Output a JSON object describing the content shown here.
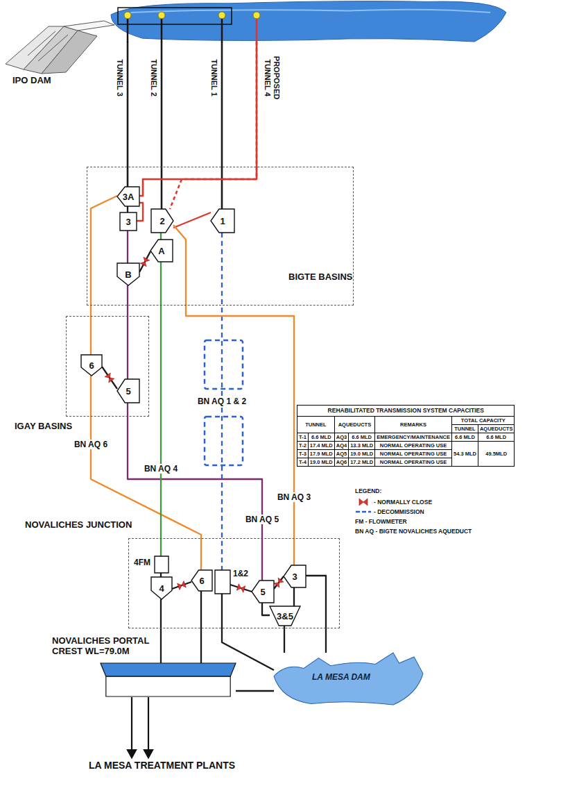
{
  "diagram": {
    "nodes": [
      {
        "text": [
          "IPO DAM"
        ]
      },
      {
        "text": [
          "BIGTE BASINS"
        ]
      },
      {
        "text": [
          "3A"
        ],
        "in": 1
      },
      {
        "text": [
          "3"
        ],
        "in": 1
      },
      {
        "text": [
          "2"
        ],
        "in": 1
      },
      {
        "text": [
          "1"
        ],
        "in": 1
      },
      {
        "text": [
          "A"
        ],
        "in": 1
      },
      {
        "text": [
          "B"
        ],
        "in": 1
      },
      {
        "text": [
          "IGAY BASINS"
        ]
      },
      {
        "text": [
          "6"
        ],
        "in": 8
      },
      {
        "text": [
          "5"
        ],
        "in": 8
      },
      {
        "text": [
          "NOVALICHES JUNCTION"
        ]
      },
      {
        "text": [
          "4FM"
        ],
        "in": 11
      },
      {
        "text": [
          "4"
        ],
        "in": 11
      },
      {
        "text": [
          "6"
        ],
        "in": 11
      },
      {
        "text": [
          "1&2"
        ],
        "in": 11
      },
      {
        "text": [
          "5"
        ],
        "in": 11
      },
      {
        "text": [
          "3"
        ],
        "in": 11
      },
      {
        "text": [
          "3&5"
        ],
        "in": 11
      },
      {
        "text": [
          "NOVALICHES PORTAL CREST WL=79.0M"
        ]
      },
      {
        "text": [
          "LA MESA DAM"
        ]
      }
    ],
    "edges": [
      {
        "from": 0,
        "to": 2,
        "arrow": "none",
        "label": "TUNNEL 3"
      },
      {
        "from": 0,
        "to": 4,
        "arrow": "none",
        "label": "TUNNEL 2"
      },
      {
        "from": 0,
        "to": 5,
        "arrow": "none",
        "label": "TUNNEL 1"
      },
      {
        "from": 0,
        "to": 2,
        "arrow": "none",
        "label": "PROPOSED TUNNEL 4"
      },
      {
        "from": 0,
        "to": 4,
        "arrow": "none"
      },
      {
        "from": 2,
        "to": 3,
        "arrow": "none"
      },
      {
        "from": 2,
        "to": 3,
        "arrow": "none"
      },
      {
        "from": 4,
        "to": 5,
        "arrow": "none"
      },
      {
        "from": 4,
        "to": 6,
        "arrow": "none"
      },
      {
        "from": 6,
        "to": 7,
        "arrow": "none"
      },
      {
        "from": 3,
        "to": 7,
        "arrow": "none"
      },
      {
        "from": 7,
        "to": 10,
        "arrow": "none"
      },
      {
        "from": 2,
        "to": 9,
        "arrow": "none"
      },
      {
        "from": 9,
        "to": 10,
        "arrow": "none"
      },
      {
        "from": 9,
        "to": 14,
        "arrow": "none",
        "label": "BN AQ 6"
      },
      {
        "from": 10,
        "to": 16,
        "arrow": "none",
        "label": "BN AQ 5"
      },
      {
        "from": 6,
        "to": 12,
        "arrow": "none",
        "label": "BN AQ 4"
      },
      {
        "from": 12,
        "to": 13,
        "arrow": "none"
      },
      {
        "from": 5,
        "to": 15,
        "arrow": "none",
        "label": "BN AQ 1 & 2"
      },
      {
        "from": 4,
        "to": 17,
        "arrow": "none",
        "label": "BN AQ 3"
      },
      {
        "from": 13,
        "to": 14,
        "arrow": "none"
      },
      {
        "from": 15,
        "to": 16,
        "arrow": "none"
      },
      {
        "from": 16,
        "to": 17,
        "arrow": "none"
      },
      {
        "from": 16,
        "to": 18,
        "arrow": "none"
      },
      {
        "from": 17,
        "to": 18,
        "arrow": "none"
      },
      {
        "from": 17,
        "to": 20,
        "arrow": "none"
      },
      {
        "from": 18,
        "to": 20,
        "arrow": "none"
      },
      {
        "from": 13,
        "to": 19,
        "arrow": "none"
      },
      {
        "from": 14,
        "to": 19,
        "arrow": "none"
      },
      {
        "from": 15,
        "to": 20,
        "arrow": "none"
      },
      {
        "from": 20,
        "to": 19,
        "arrow": "none"
      }
    ],
    "labels": [
      "LEGEND:",
      "LA MESA TREATMENT PLANTS",
      "REHABILITATED TRANSMISSION SYSTEM CAPACITIES",
      "TUNNEL",
      "AQUEDUCTS",
      "REMARKS",
      "TOTAL CAPACITY",
      "TUNNEL",
      "AQUEDUCTS",
      "T-1",
      "6.6 MLD",
      "AQ3",
      "6.6 MLD",
      "EMERGENCY/MAINTENANCE",
      "6.6 MLD",
      "6.6 MLD",
      "T-2",
      "17.4 MLD",
      "AQ4",
      "13.3 MLD",
      "NORMAL OPERATING USE",
      "54.3 MLD",
      "49.5MLD",
      "T-3",
      "17.9 MLD",
      "AQ5",
      "19.0 MLD",
      "NORMAL OPERATING USE",
      "T-4",
      "19.0 MLD",
      "AQ6",
      "17.2 MLD",
      "NORMAL OPERATING USE"
    ],
    "legend": [
      {
        "text": "- NORMALLY CLOSE"
      },
      {
        "text": "- DECOMMISSION"
      },
      {
        "text": "FM - FLOWMETER"
      },
      {
        "text": "BN AQ - BIGTE NOVALICHES AQUEDUCT"
      }
    ]
  }
}
